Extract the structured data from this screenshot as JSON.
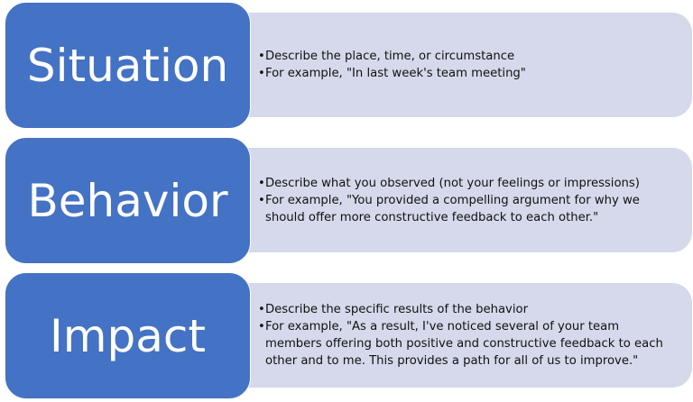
{
  "colors": {
    "header": "#4472C4",
    "detail": "#D5D9EB"
  },
  "rows": [
    {
      "title": "Situation",
      "bullets": [
        "Describe the place, time, or circumstance",
        "For example, \"In last week's team meeting\""
      ]
    },
    {
      "title": "Behavior",
      "bullets": [
        "Describe what you observed (not your feelings or impressions)",
        "For example, \"You provided a compelling argument for why we should offer more constructive feedback to each other.\""
      ]
    },
    {
      "title": "Impact",
      "bullets": [
        "Describe the specific results of the behavior",
        "For example, \"As a result, I've noticed several of your team members offering both positive and constructive feedback to each other and to me. This provides a path for all of us to improve.\""
      ]
    }
  ],
  "bullet_char": "•"
}
